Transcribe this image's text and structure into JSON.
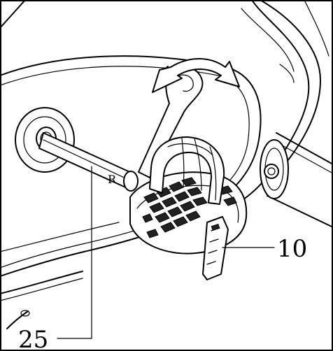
{
  "diagram": {
    "callouts": [
      {
        "id": "10",
        "label": "10"
      },
      {
        "id": "25",
        "label": "25"
      }
    ],
    "side_marker": "R"
  }
}
